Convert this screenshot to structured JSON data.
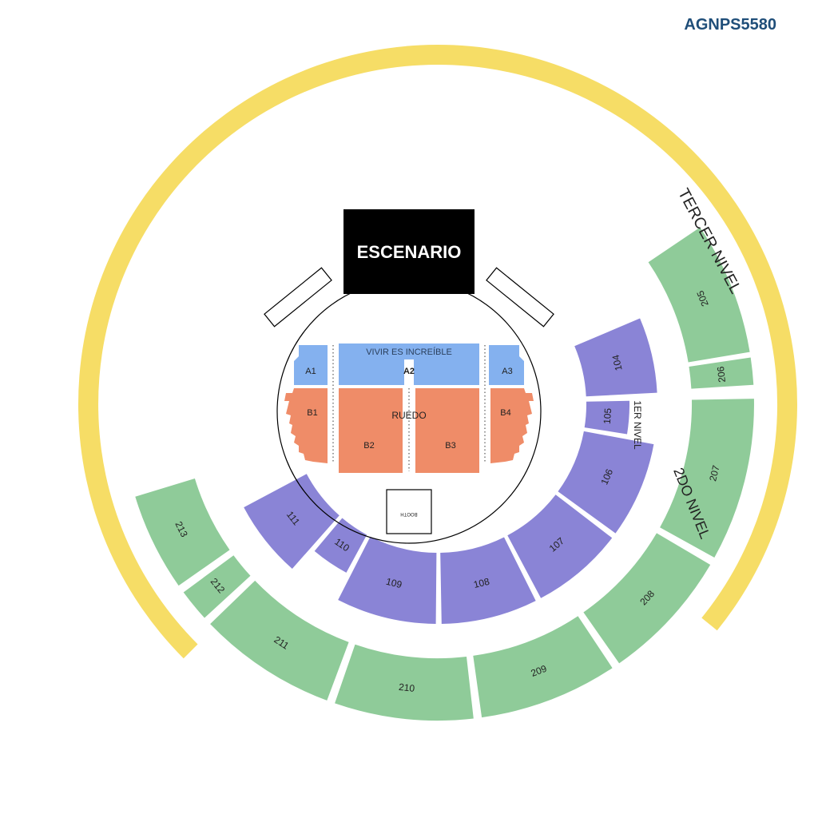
{
  "map_code": "AGNPS5580",
  "stage_label": "ESCENARIO",
  "floor_label": "RUEDO",
  "banner_label": "VIVIR ES INCREÍBLE",
  "booth_label": "BOOTH",
  "levels": {
    "first": "1ER NIVEL",
    "second": "2DO NIVEL",
    "third": "TERCER NIVEL"
  },
  "floor_sections": [
    {
      "id": "A1",
      "tier": "A"
    },
    {
      "id": "A2",
      "tier": "A"
    },
    {
      "id": "A3",
      "tier": "A"
    },
    {
      "id": "B1",
      "tier": "B"
    },
    {
      "id": "B2",
      "tier": "B"
    },
    {
      "id": "B3",
      "tier": "B"
    },
    {
      "id": "B4",
      "tier": "B"
    }
  ],
  "first_level_sections": [
    "104",
    "105",
    "106",
    "107",
    "108",
    "109",
    "110",
    "111"
  ],
  "second_level_sections": [
    "205",
    "206",
    "207",
    "208",
    "209",
    "210",
    "211",
    "212",
    "213"
  ],
  "colors": {
    "code_text": "#1f4e79",
    "stage": "#000000",
    "tier_a": "#84b1ef",
    "tier_b": "#ef8c68",
    "first_level": "#8a84d6",
    "second_level": "#8fcb99",
    "third_level": "#f6dd66"
  }
}
